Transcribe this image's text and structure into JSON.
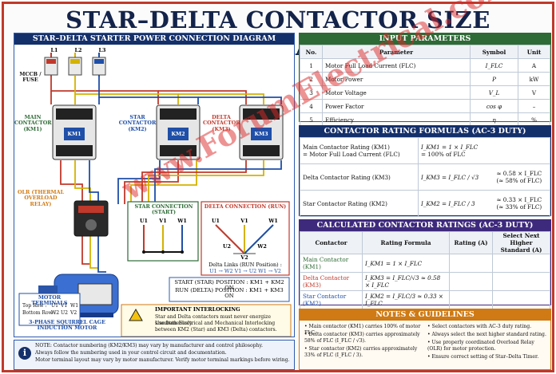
{
  "title": "STAR–DELTA CONTACTOR SIZE CALCULATOR",
  "diagram": {
    "header": "STAR–DELTA STARTER POWER CONNECTION DIAGRAM",
    "phase_labels": [
      "L1",
      "L2",
      "L3"
    ],
    "mccb_label": "MCCB / FUSE",
    "main_contactor_label": "MAIN CONTACTOR (KM1)",
    "star_contactor_label": "STAR CONTACTOR (KM2)",
    "delta_contactor_label": "DELTA CONTACTOR (KM3)",
    "km1": "KM1",
    "km2": "KM2",
    "km3": "KM3",
    "olr_label": "OLR (THERMAL OVERLOAD RELAY)",
    "star_connection": {
      "title": "STAR CONNECTION (START)",
      "u1": "U1",
      "v1": "V1",
      "w1": "W1"
    },
    "delta_connection": {
      "title": "DELTA CONNECTION (RUN)",
      "u1": "U1",
      "v1": "V1",
      "w1": "W1",
      "u2": "U2",
      "v2": "V2",
      "w2": "W2",
      "links_title": "Delta Links (RUN Position) :",
      "links": "U1 → W2     V1 → U2     W1 → V2"
    },
    "positions": [
      "START (STAR) POSITION :  KM1 + KM2 ON",
      "RUN (DELTA) POSITION :  KM1 + KM3 ON"
    ],
    "motor_terminals": {
      "title": "MOTOR TERMINALS",
      "top_label": "Top Row :",
      "top": [
        "U1",
        "V1",
        "W1"
      ],
      "bottom_label": "Bottom Row :",
      "bottom": [
        "W2",
        "U2",
        "V2"
      ]
    },
    "motor_label": "3-PHASE SQUIRREL CAGE INDUCTION MOTOR",
    "interlock": {
      "title": "IMPORTANT INTERLOCKING",
      "items": [
        "Star and Delta contactors must never energize simultaneously.",
        "Use both Electrical and Mechanical Interlocking between KM2 (Star) and KM3 (Delta) contactors."
      ]
    },
    "note": [
      "NOTE:  Contactor numbering (KM2/KM3) may vary by manufacturer and control philosophy.",
      "Always follow the numbering used in your control circuit and documentation.",
      "Motor terminal layout may vary by motor manufacturer. Verify motor terminal markings before wiring."
    ]
  },
  "input": {
    "header": "INPUT PARAMETERS",
    "columns": [
      "No.",
      "Parameter",
      "Symbol",
      "Unit"
    ],
    "rows": [
      {
        "no": "1",
        "param": "Motor Full Load Current (FLC)",
        "symbol": "I_FLC",
        "unit": "A"
      },
      {
        "no": "2",
        "param": "Motor Power",
        "symbol": "P",
        "unit": "kW"
      },
      {
        "no": "3",
        "param": "Motor Voltage",
        "symbol": "V_L",
        "unit": "V"
      },
      {
        "no": "4",
        "param": "Power Factor",
        "symbol": "cos φ",
        "unit": "–"
      },
      {
        "no": "5",
        "param": "Efficiency",
        "symbol": "η",
        "unit": "%"
      }
    ]
  },
  "formulas": {
    "header": "CONTACTOR RATING FORMULAS (AC-3 DUTY)",
    "rows": [
      {
        "name": "Main Contactor Rating (KM1)",
        "name2": "= Motor Full Load Current (FLC)",
        "formula": "I_KM1 = 1 × I_FLC",
        "formula2": "= 100% of FLC",
        "approx": "",
        "approx2": ""
      },
      {
        "name": "Delta Contactor Rating (KM3)",
        "name2": "",
        "formula": "I_KM3 = I_FLC / √3",
        "formula2": "",
        "approx": "≈ 0.58 × I_FLC",
        "approx2": "(≈ 58% of FLC)"
      },
      {
        "name": "Star Contactor Rating (KM2)",
        "name2": "",
        "formula": "I_KM2 = I_FLC / 3",
        "formula2": "",
        "approx": "≈ 0.33 × I_FLC",
        "approx2": "(≈ 33% of FLC)"
      }
    ]
  },
  "calculated": {
    "header": "CALCULATED CONTACTOR RATINGS (AC-3 DUTY)",
    "columns": [
      "Contactor",
      "Rating Formula",
      "Rating (A)",
      "Select Next Higher Standard (A)"
    ],
    "rows": [
      {
        "name": "Main Contactor (KM1)",
        "color": "#2d6a35",
        "formula": "I_KM1 = 1 × I_FLC",
        "rating": "",
        "standard": ""
      },
      {
        "name": "Delta Contactor (KM3)",
        "color": "#c0392b",
        "formula": "I_KM3 = I_FLC/√3 ≈ 0.58 × I_FLC",
        "rating": "",
        "standard": ""
      },
      {
        "name": "Star Contactor (KM2)",
        "color": "#1f4fa8",
        "formula": "I_KM2 = I_FLC/3 ≈ 0.33 × I_FLC",
        "rating": "",
        "standard": ""
      }
    ]
  },
  "notes": {
    "header": "NOTES & GUIDELINES",
    "left": [
      "Main contactor (KM1) carries 100% of motor FLC.",
      "Delta contactor (KM3) carries approximately 58% of FLC (I_FLC / √3).",
      "Star contactor (KM2) carries approximately 33% of FLC (I_FLC / 3)."
    ],
    "right": [
      "Select contactors with AC-3 duty rating.",
      "Always select the next higher standard rating.",
      "Use properly coordinated Overload Relay (OLR) for motor protection.",
      "Ensure correct setting of Star–Delta Timer."
    ]
  },
  "watermark": "www.ForumElectrical.com",
  "colors": {
    "navy": "#14306b",
    "green": "#2d6a35",
    "red": "#c0392b",
    "blue": "#1f4fa8",
    "orange": "#cf7a14",
    "purple": "#3e2a7d"
  }
}
